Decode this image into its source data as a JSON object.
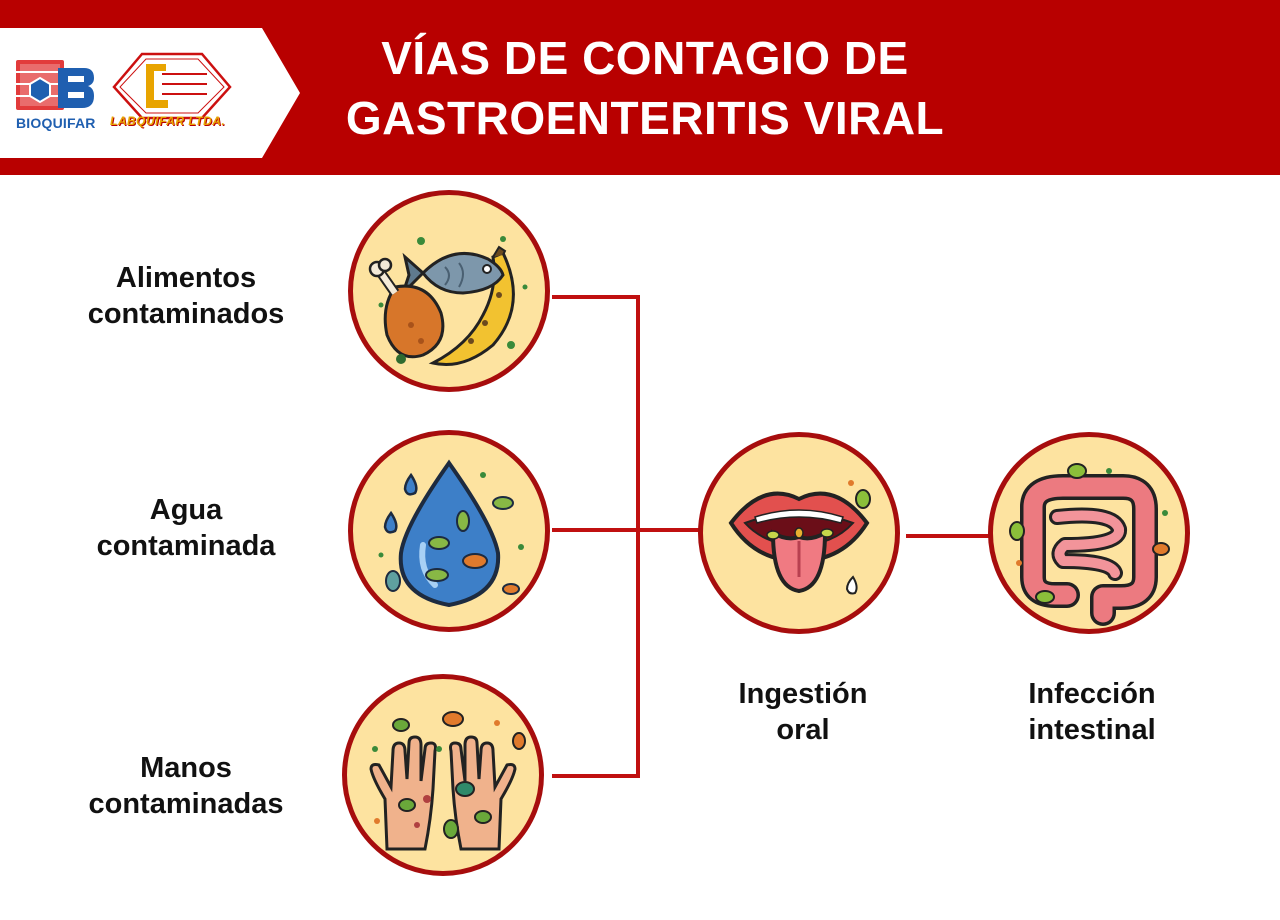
{
  "header": {
    "title_line1": "VÍAS DE CONTAGIO DE",
    "title_line2": "GASTROENTERITIS VIRAL",
    "logos": [
      {
        "name": "bioquifar-logo",
        "text": "BIOQUIFAR"
      },
      {
        "name": "laboratorio-logo",
        "text": "LABQUIFAR LTDA."
      }
    ]
  },
  "sources": [
    {
      "id": "alimentos",
      "line1": "Alimentos",
      "line2": "contaminados",
      "icon": "contaminated-food-icon"
    },
    {
      "id": "agua",
      "line1": "Agua",
      "line2": "contaminada",
      "icon": "contaminated-water-drop-icon"
    },
    {
      "id": "manos",
      "line1": "Manos",
      "line2": "contaminadas",
      "icon": "contaminated-hands-icon"
    }
  ],
  "stages": [
    {
      "id": "ingestion",
      "line1": "Ingestión",
      "line2": "oral",
      "icon": "mouth-tongue-icon"
    },
    {
      "id": "infeccion",
      "line1": "Infección",
      "line2": "intestinal",
      "icon": "intestine-icon"
    }
  ],
  "colors": {
    "header": "#b80000",
    "circle_fill": "#fde3a0",
    "circle_border": "#a70d0d",
    "connector": "#c01010"
  }
}
